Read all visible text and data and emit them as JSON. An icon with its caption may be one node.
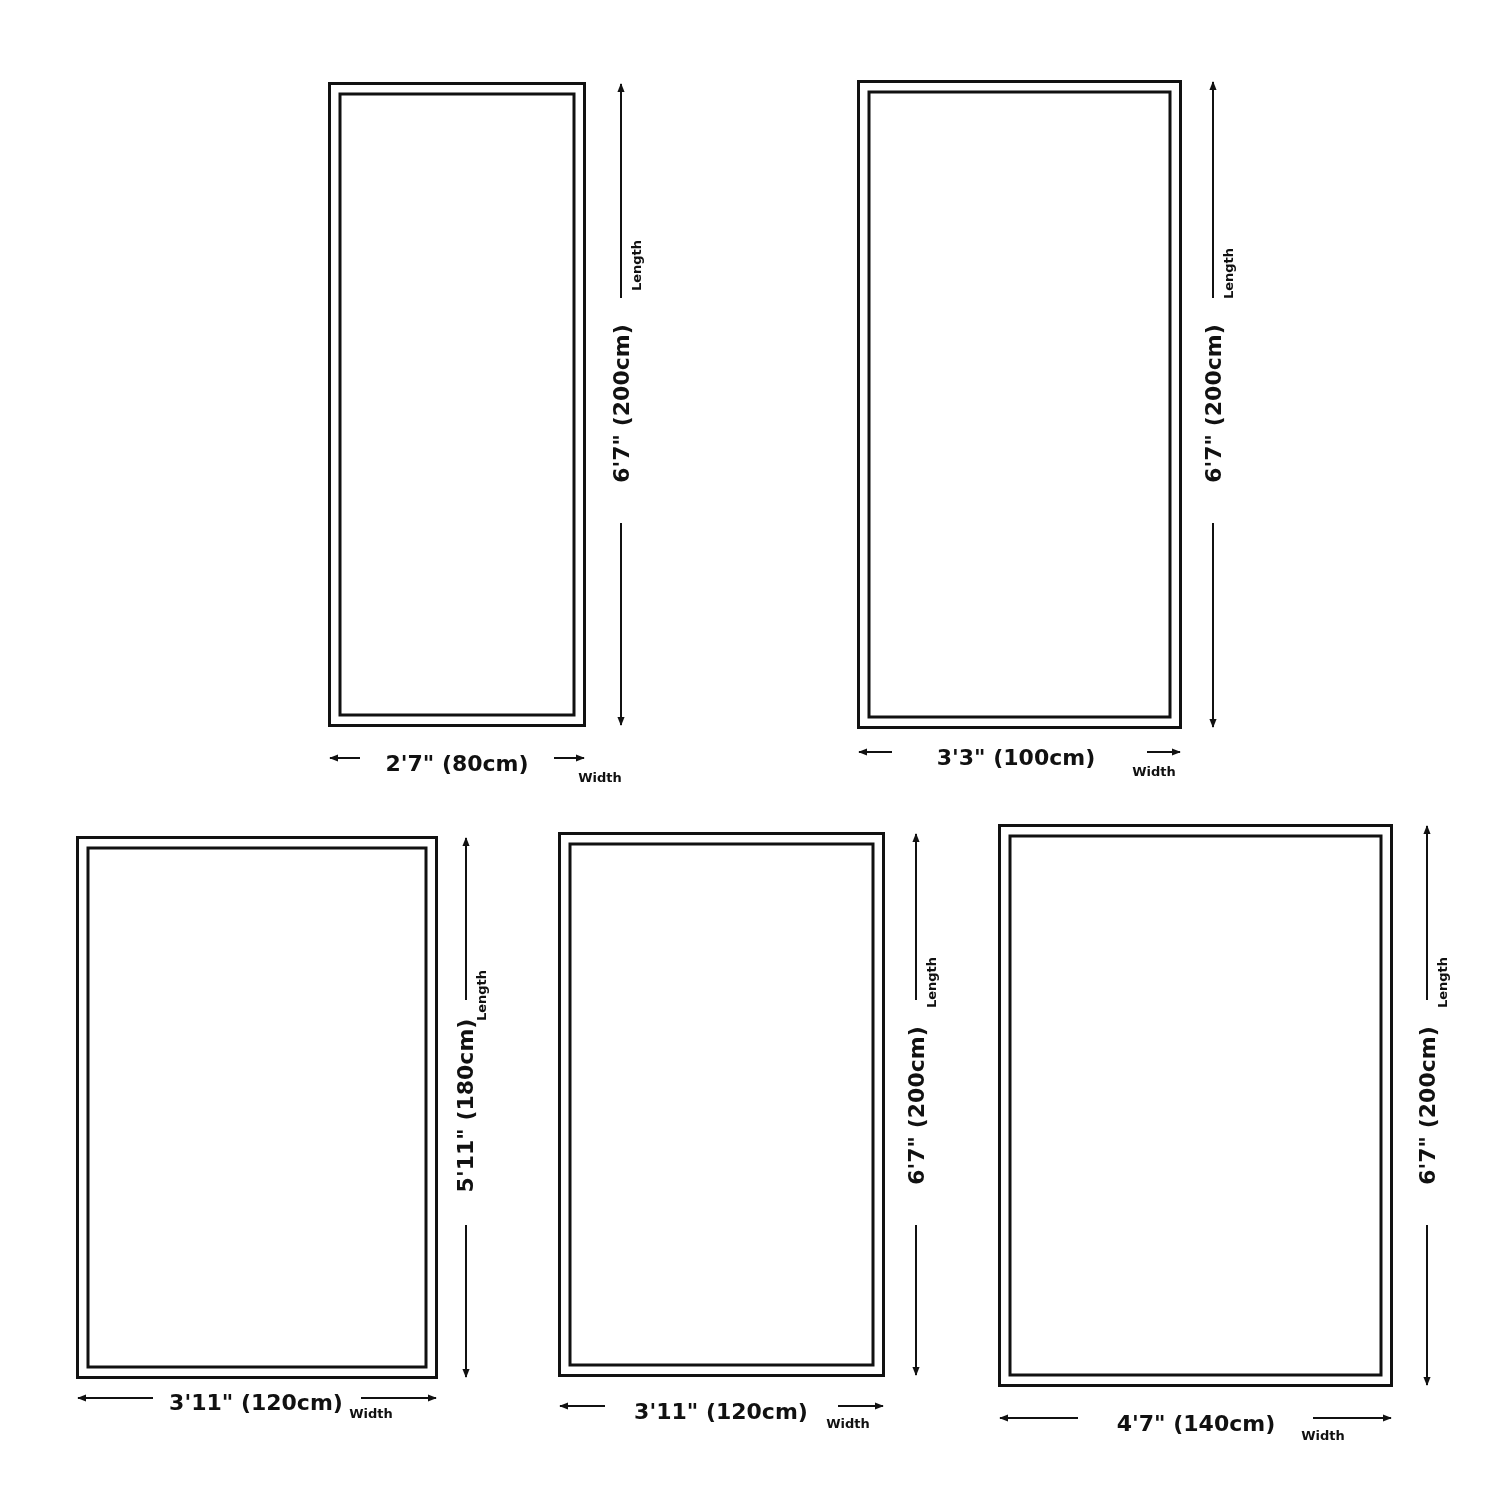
{
  "diagram": {
    "nodes": [
      {
        "text": [],
        "shape": "box",
        "beside": [
          "6'7\" (200cm)",
          "Length",
          "2'7\" (80cm)",
          "Width"
        ]
      },
      {
        "text": [],
        "shape": "box",
        "beside": [
          "6'7\" (200cm)",
          "Length",
          "3'3\" (100cm)",
          "Width"
        ]
      },
      {
        "text": [],
        "shape": "box",
        "beside": [
          "5'11\" (180cm)",
          "Length",
          "3'11\" (120cm)",
          "Width"
        ]
      },
      {
        "text": [],
        "shape": "box",
        "beside": [
          "6'7\" (200cm)",
          "Length",
          "3'11\" (120cm)",
          "Width"
        ]
      },
      {
        "text": [],
        "shape": "box",
        "beside": [
          "6'7\" (200cm)",
          "Length",
          "4'7\" (140cm)",
          "Width"
        ]
      }
    ]
  }
}
